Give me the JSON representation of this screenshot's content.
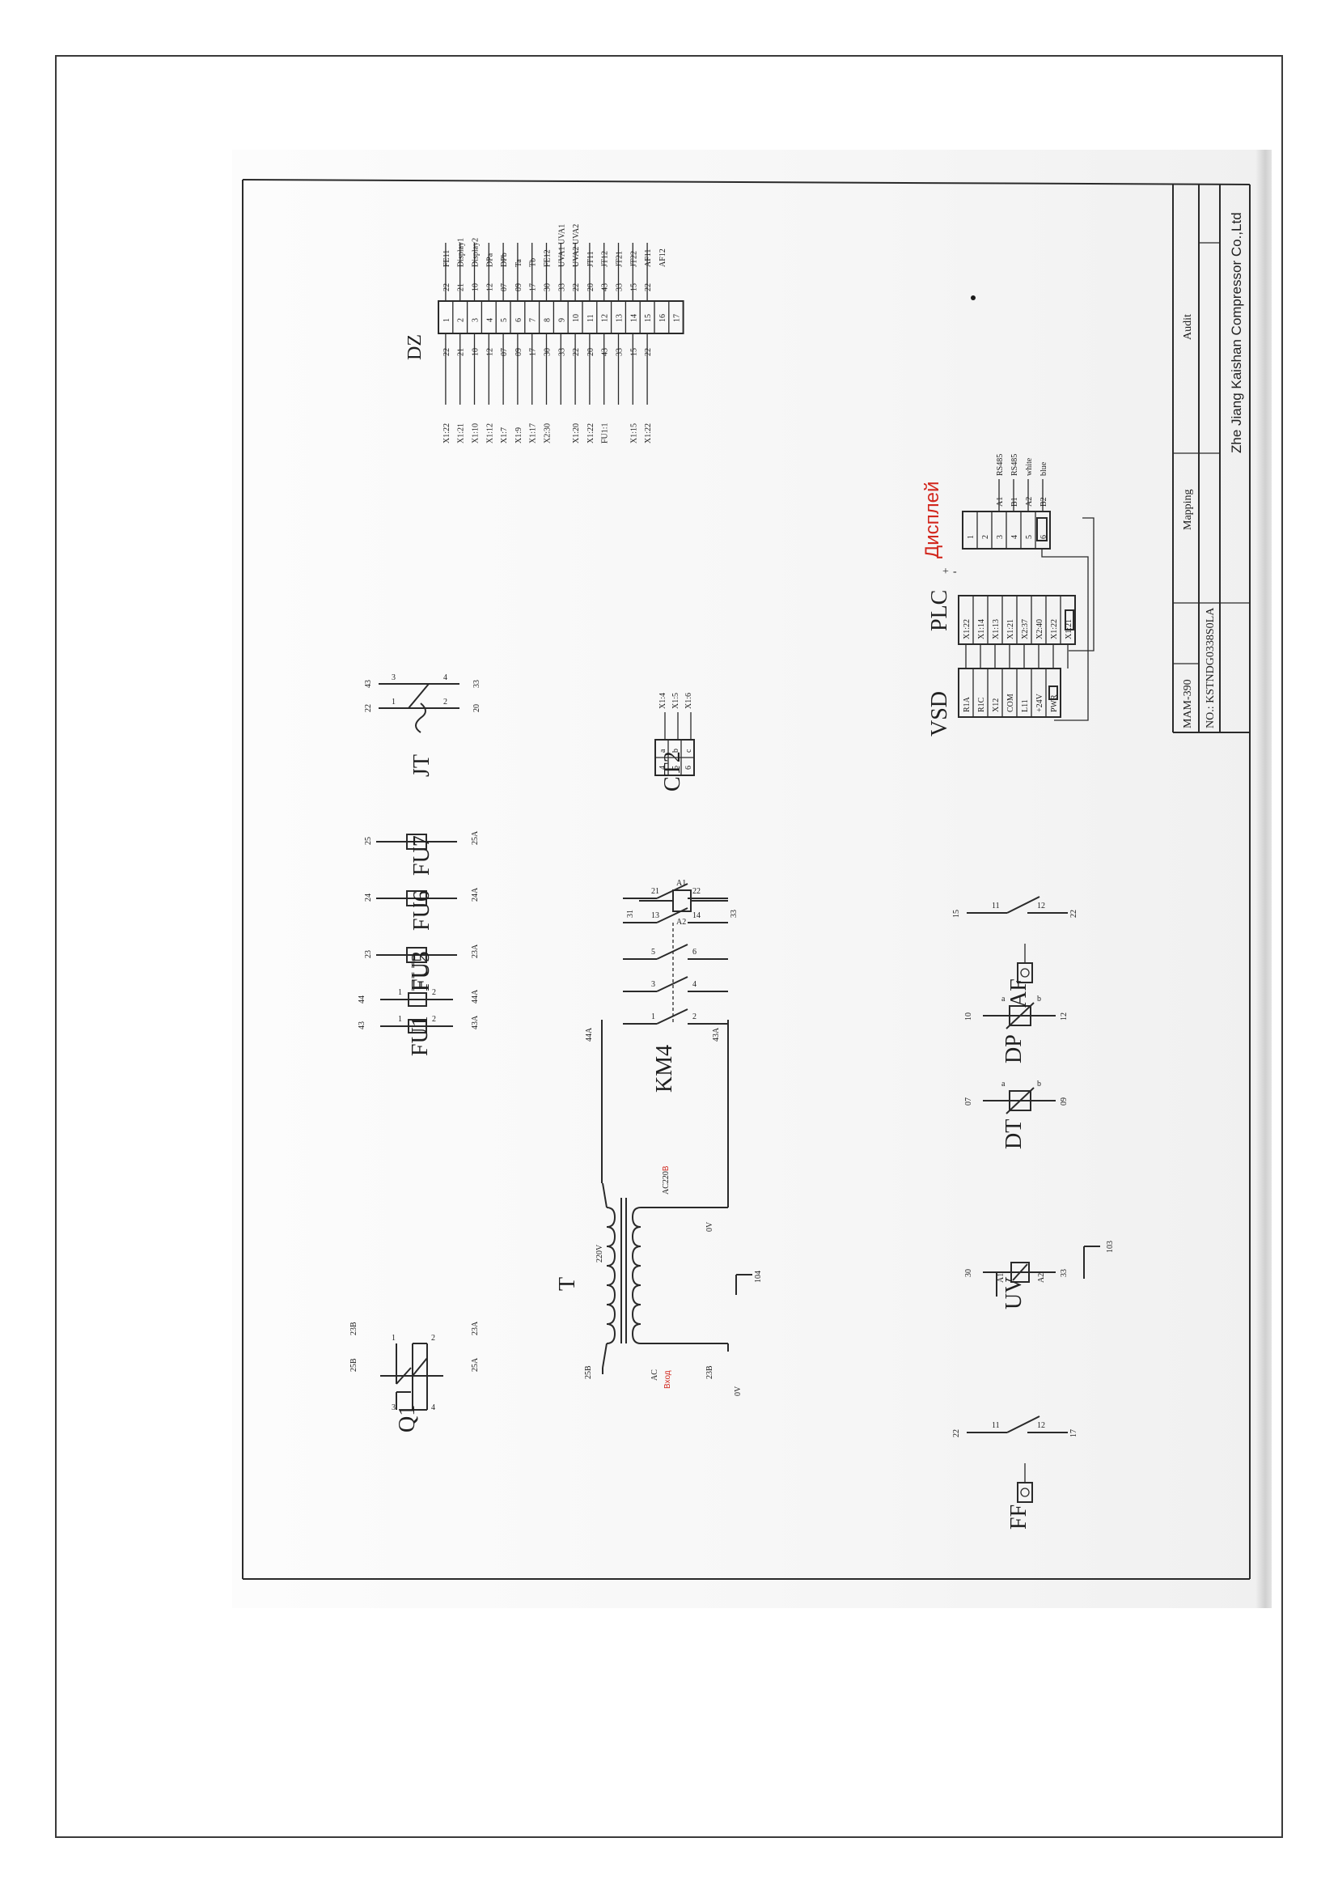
{
  "colors": {
    "frame": "#3a3a3a",
    "ink": "#2a2a2a",
    "accent_red": "#d2281e"
  },
  "components": {
    "q1": {
      "label": "Q1",
      "pins_top": [
        "23B",
        "25B"
      ],
      "pins_bottom": [
        "23A",
        "25A"
      ],
      "contacts": [
        "1",
        "3",
        "2",
        "4"
      ]
    },
    "fu1": {
      "label": "FU1",
      "pins": [
        "43",
        "43A"
      ],
      "contacts": [
        "1",
        "2"
      ]
    },
    "fu2": {
      "label": "FU2",
      "pins": [
        "44",
        "44A"
      ],
      "contacts": [
        "1",
        "2"
      ]
    },
    "fu5": {
      "label": "FU5",
      "pins": [
        "23",
        "23A"
      ]
    },
    "fu6": {
      "label": "FU6",
      "pins": [
        "24",
        "24A"
      ]
    },
    "fu7": {
      "label": "FU7",
      "pins": [
        "25",
        "25A"
      ]
    },
    "jt": {
      "label": "JT",
      "pins_top": [
        "22",
        "43"
      ],
      "pins_bottom": [
        "20",
        "33"
      ],
      "contacts": [
        "1",
        "2",
        "3",
        "4"
      ]
    },
    "km4": {
      "label": "KM4",
      "top_pins": [
        "1",
        "3",
        "5",
        "13",
        "21",
        "A1"
      ],
      "bottom_pins": [
        "2",
        "4",
        "6",
        "14",
        "22",
        "A2"
      ],
      "coil_in": "31",
      "coil_out": "33"
    },
    "ct2": {
      "label": "CT2",
      "rows": [
        "a",
        "b",
        "c"
      ],
      "terms": [
        "4",
        "5",
        "6"
      ],
      "wires": [
        "X1:4",
        "X1:5",
        "X1:6"
      ]
    },
    "t": {
      "label": "T",
      "primary_top": "25B",
      "primary_bot": "23B",
      "input_ac": "AC",
      "input_label": "Вход",
      "secondary_top": "220V",
      "secondary_bot": "0V",
      "out_top": "44A",
      "out_bot": "43A",
      "ac_voltage": "AC220",
      "ac_voltage_suffix": "В",
      "ground": "104"
    },
    "uv": {
      "label": "UV",
      "top": "30",
      "bottom": "33",
      "a1": "A1",
      "a2": "A2",
      "ground": "103"
    },
    "dt": {
      "label": "DT",
      "top": "07",
      "bottom": "09",
      "a": "a",
      "b": "b"
    },
    "dp": {
      "label": "DP",
      "top": "10",
      "bottom": "12",
      "a": "a",
      "b": "b"
    },
    "af": {
      "label": "AF",
      "top": "15",
      "bottom": "22",
      "c1": "11",
      "c2": "12"
    },
    "ff": {
      "label": "FF",
      "top": "22",
      "bottom": "17",
      "c1": "11",
      "c2": "12"
    }
  },
  "dz_block": {
    "title": "DZ",
    "left_wires": [
      "X1:22",
      "X1:21",
      "X1:10",
      "X1:12",
      "X1:7",
      "X1:9",
      "X1:17",
      "X2:30",
      "",
      "X1:20",
      "X1:22",
      "FU1:1",
      "",
      "X1:15",
      "X1:22",
      "",
      ""
    ],
    "left_nums": [
      "22",
      "21",
      "10",
      "12",
      "07",
      "09",
      "17",
      "30",
      "33",
      "22",
      "20",
      "43",
      "33",
      "15",
      "22",
      "",
      ""
    ],
    "terminals": [
      "1",
      "2",
      "3",
      "4",
      "5",
      "6",
      "7",
      "8",
      "9",
      "10",
      "11",
      "12",
      "13",
      "14",
      "15",
      "16",
      "17"
    ],
    "right_nums": [
      "22",
      "21",
      "10",
      "12",
      "07",
      "09",
      "17",
      "30",
      "33",
      "22",
      "20",
      "43",
      "33",
      "15",
      "22",
      "",
      ""
    ],
    "right_labels": [
      "FE11",
      "Display1",
      "Display2",
      "DPa",
      "DPb",
      "Ta",
      "Tb",
      "FE12",
      "UVA1 UVA1",
      "UVA2 UVA2",
      "JT11",
      "JT12",
      "JT21",
      "JT22",
      "AF11",
      "AF12",
      ""
    ]
  },
  "vsd": {
    "title": "VSD",
    "terminals": [
      "R1A",
      "R1C",
      "X12",
      "COM",
      "L11",
      "+24V",
      "PWR"
    ]
  },
  "plc": {
    "title": "PLC",
    "terminals": [
      "X1:22",
      "X1:14",
      "X1:13",
      "X1:21",
      "X2:37",
      "X2:40",
      "X1:22",
      "X1:21"
    ]
  },
  "display": {
    "title": "Дисплей",
    "terminals": [
      "1",
      "2",
      "3",
      "4",
      "5",
      "6"
    ],
    "plus": "+",
    "minus": "-",
    "wires": [
      "A1",
      "B1",
      "A2",
      "B2"
    ],
    "notes": [
      "RS485",
      "RS485",
      "white",
      "blue"
    ]
  },
  "title_block": {
    "model": "MAM-390",
    "drawing_no": "NO.: KSTNDG0338S0LA",
    "mapping": "Mapping",
    "audit": "Audit",
    "company": "Zhe Jiang Kaishan Compressor Co.,Ltd"
  }
}
